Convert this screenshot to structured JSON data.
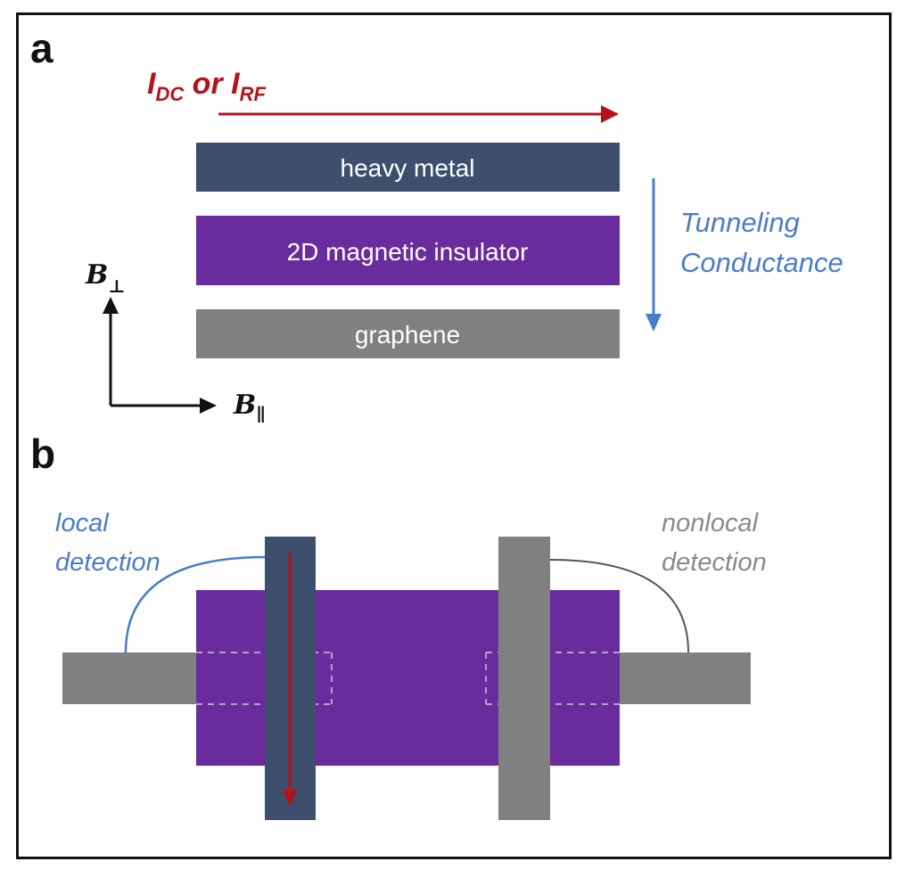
{
  "panel_a": {
    "label": "a",
    "current": {
      "I1": "I",
      "sub1": "DC",
      "or": " or ",
      "I2": "I",
      "sub2": "RF"
    },
    "layers": {
      "top": "heavy metal",
      "middle": "2D magnetic insulator",
      "bottom": "graphene"
    },
    "tunneling": {
      "line1": "Tunneling",
      "line2": "Conductance"
    },
    "field_perp": {
      "symbol": "B",
      "sub": "⊥"
    },
    "field_par": {
      "symbol": "B",
      "sub": "∥"
    }
  },
  "panel_b": {
    "label": "b",
    "local": {
      "line1": "local",
      "line2": "detection"
    },
    "nonlocal": {
      "line1": "nonlocal",
      "line2": "detection"
    }
  },
  "colors": {
    "heavy_metal": "#3d4f6c",
    "magnetic_insulator": "#6a2b9c",
    "graphene": "#808080",
    "current_arrow": "#b5121b",
    "tunneling": "#4a7cc8",
    "nonlocal": "#8a8a8a"
  }
}
